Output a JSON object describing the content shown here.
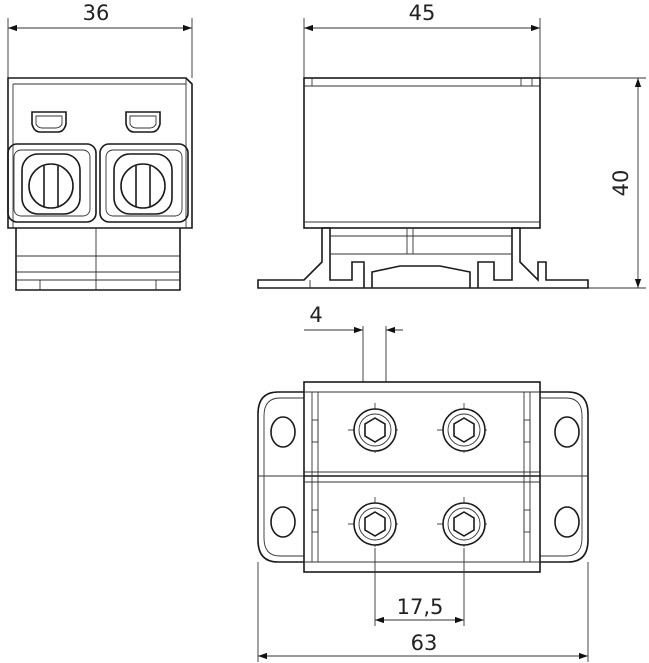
{
  "dimensions": {
    "front_width": "36",
    "side_width": "45",
    "side_height": "40",
    "bolt_diameter": "4",
    "bolt_spacing": "17,5",
    "base_width": "63"
  }
}
